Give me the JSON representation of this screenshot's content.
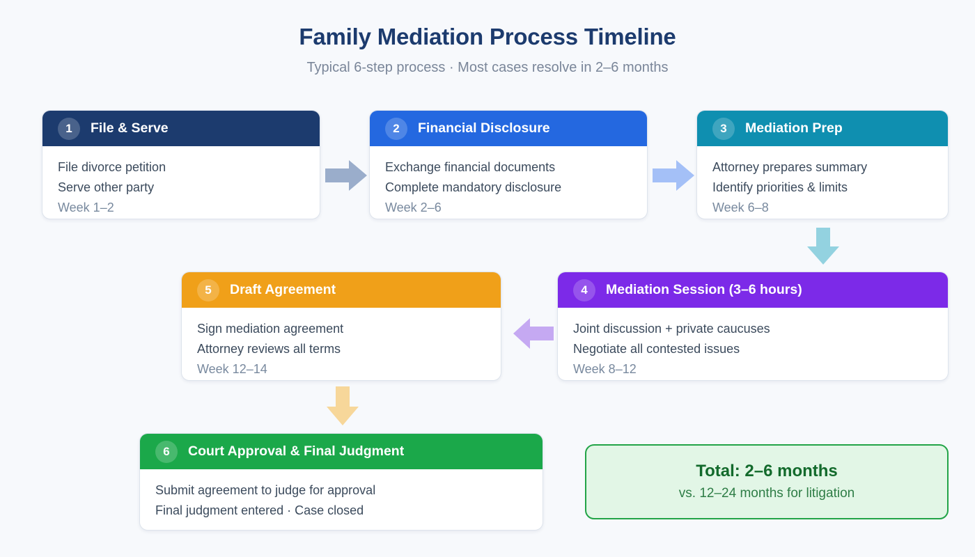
{
  "header": {
    "title": "Family Mediation Process Timeline",
    "subtitle": "Typical 6-step process · Most cases resolve in 2–6 months"
  },
  "steps": [
    {
      "number": "1",
      "title": "File & Serve",
      "line1": "File divorce petition",
      "line2": "Serve other party",
      "timing": "Week 1–2",
      "header_color": "#1c3b6e"
    },
    {
      "number": "2",
      "title": "Financial Disclosure",
      "line1": "Exchange financial documents",
      "line2": "Complete mandatory disclosure",
      "timing": "Week 2–6",
      "header_color": "#2468e0"
    },
    {
      "number": "3",
      "title": "Mediation Prep",
      "line1": "Attorney prepares summary",
      "line2": "Identify priorities & limits",
      "timing": "Week 6–8",
      "header_color": "#0f8fb0"
    },
    {
      "number": "4",
      "title": "Mediation Session (3–6 hours)",
      "line1": "Joint discussion + private caucuses",
      "line2": "Negotiate all contested issues",
      "timing": "Week 8–12",
      "header_color": "#7c2ae8"
    },
    {
      "number": "5",
      "title": "Draft Agreement",
      "line1": "Sign mediation agreement",
      "line2": "Attorney reviews all terms",
      "timing": "Week 12–14",
      "header_color": "#f0a019"
    },
    {
      "number": "6",
      "title": "Court Approval & Final Judgment",
      "line1": "Submit agreement to judge for approval",
      "line2": "Final judgment entered · Case closed",
      "timing": "",
      "header_color": "#1ba84a"
    }
  ],
  "connectors": [
    {
      "name": "arrow-step1-to-step2",
      "direction": "right",
      "color": "#9aadcb"
    },
    {
      "name": "arrow-step2-to-step3",
      "direction": "right",
      "color": "#a4c0f7"
    },
    {
      "name": "arrow-step3-to-step4",
      "direction": "down",
      "color": "#93d2e0"
    },
    {
      "name": "arrow-step4-to-step5",
      "direction": "left",
      "color": "#c5a9f2"
    },
    {
      "name": "arrow-step5-to-step6",
      "direction": "down",
      "color": "#f7d79a"
    }
  ],
  "summary": {
    "total": "Total: 2–6 months",
    "compare": "vs. 12–24 months for litigation",
    "border_color": "#22a447",
    "fill_color": "#e2f6e6"
  },
  "theme": {
    "background": "#f7f9fc",
    "title_color": "#1c3b6e",
    "subtitle_color": "#7a8699",
    "body_text_color": "#3b4a5c",
    "muted_text_color": "#78899e",
    "card_border": "#dde3ec"
  }
}
